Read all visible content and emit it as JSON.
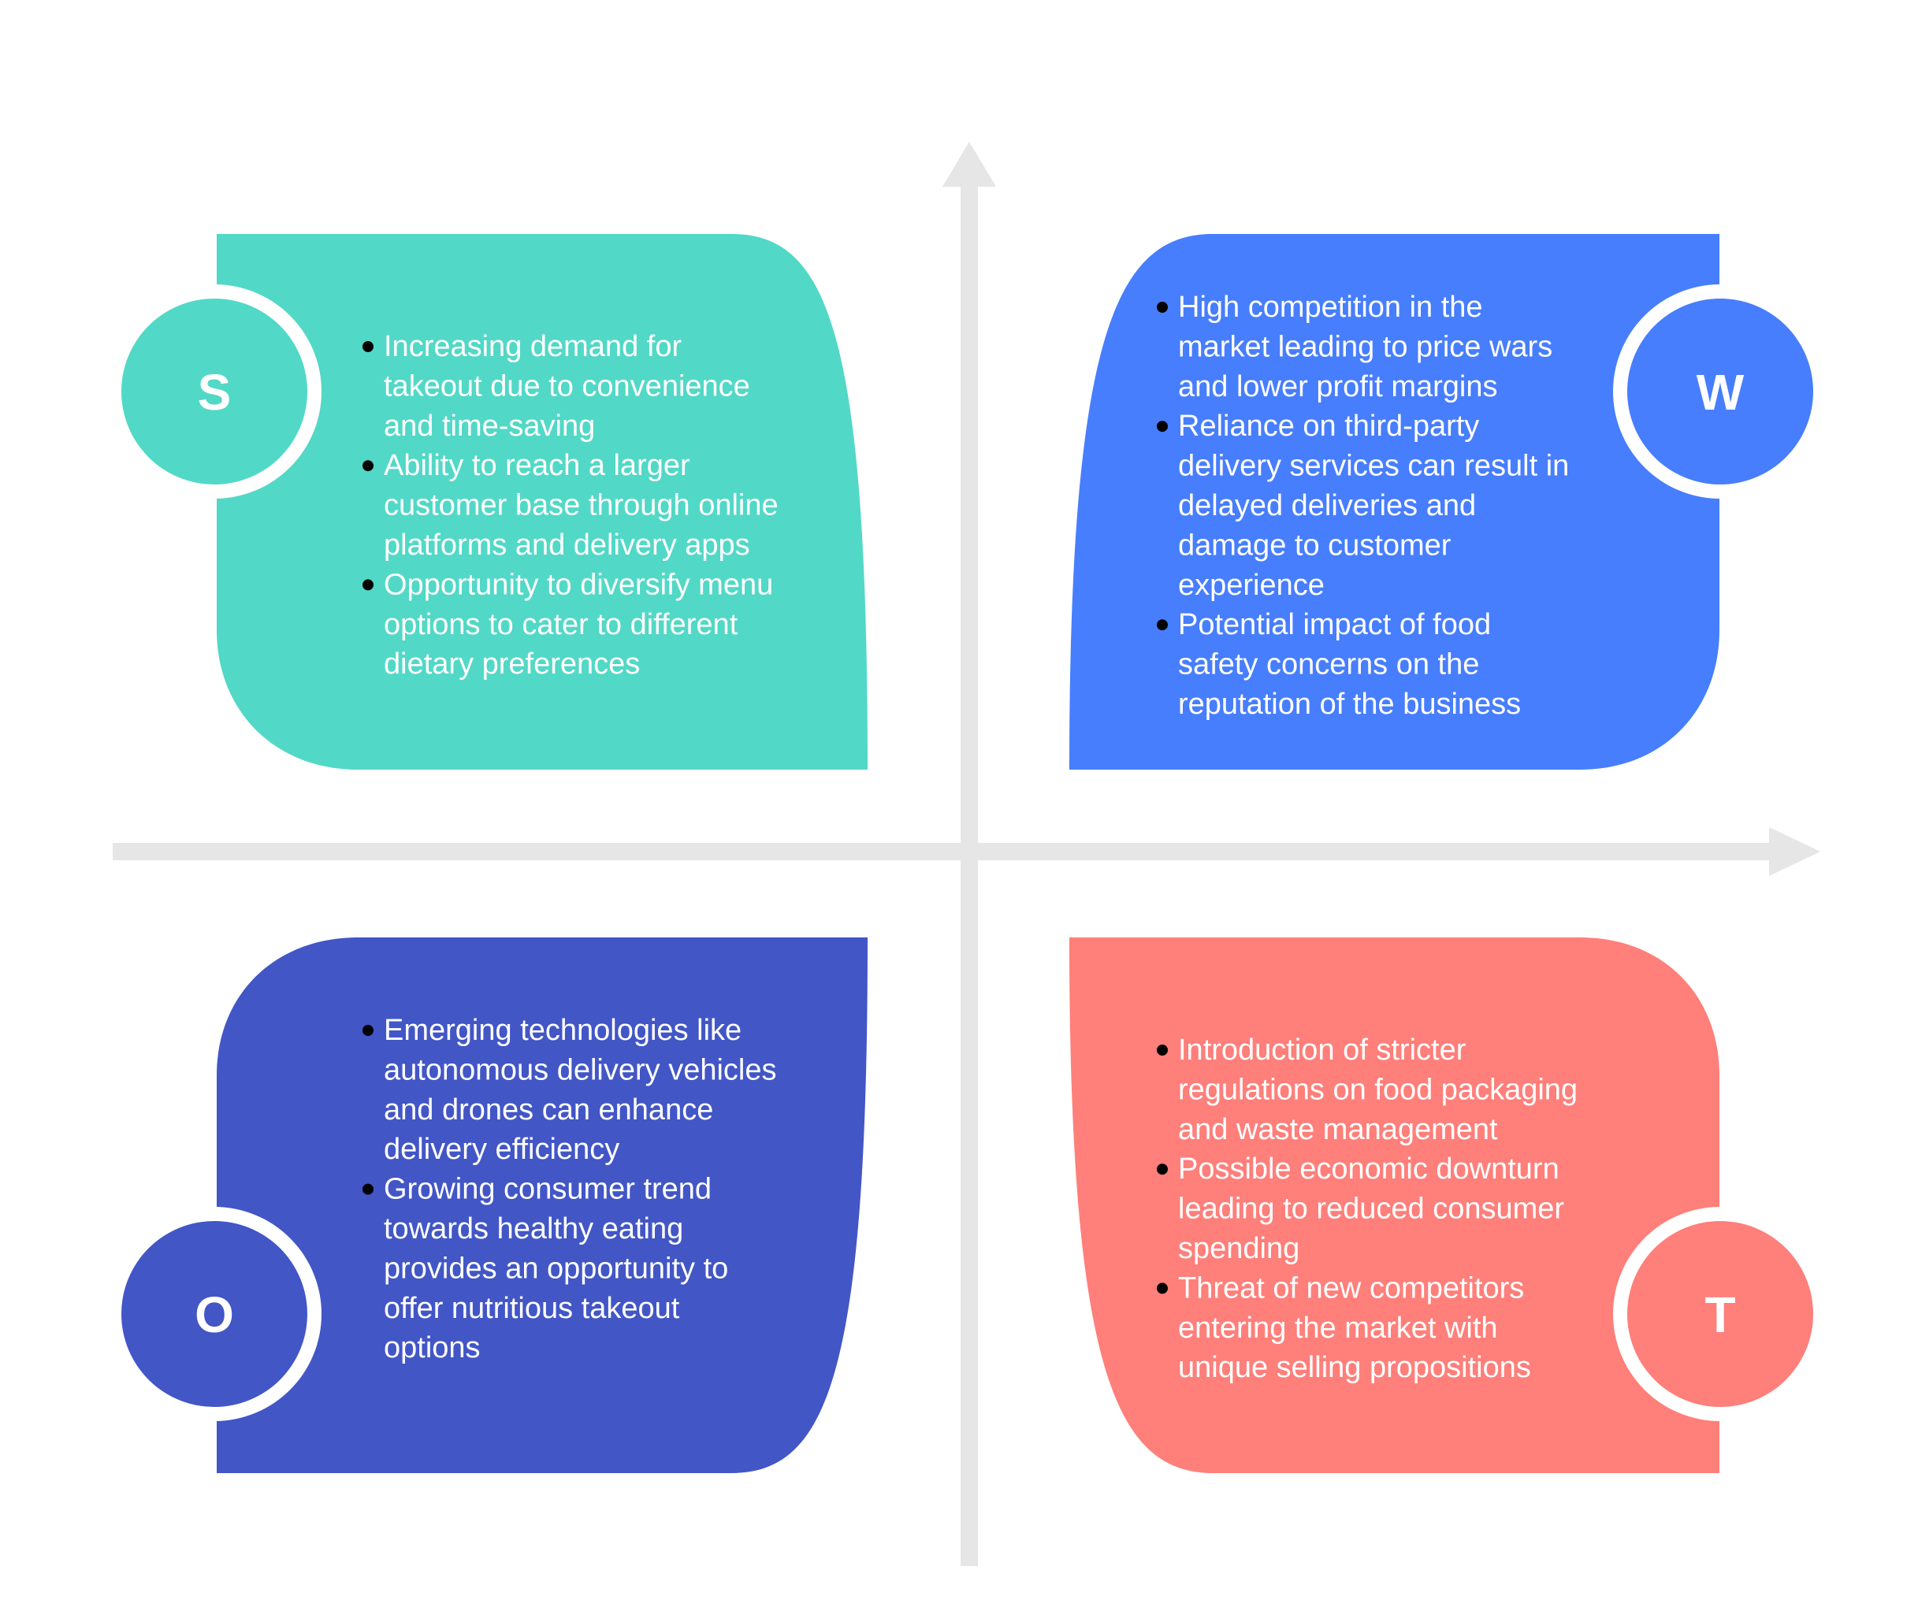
{
  "colors": {
    "strengths": "#52D8C6",
    "weaknesses": "#477EFD",
    "opportunities": "#4256C6",
    "threats": "#FF7F7A",
    "axis": "#E6E6E6",
    "bullet_dot": "#000000"
  },
  "quadrants": {
    "strengths": {
      "letter": "S",
      "items": [
        [
          "Increasing demand for",
          "takeout due to convenience",
          "and time-saving"
        ],
        [
          "Ability to reach a larger",
          "customer base through online",
          "platforms and delivery apps"
        ],
        [
          "Opportunity to diversify menu",
          "options to cater to different",
          "dietary preferences"
        ]
      ]
    },
    "weaknesses": {
      "letter": "W",
      "items": [
        [
          "High competition in the",
          "market leading to price wars",
          "and lower profit margins"
        ],
        [
          "Reliance on third-party",
          "delivery services can result in",
          "delayed deliveries and",
          "damage to customer",
          "experience"
        ],
        [
          "Potential impact of food",
          "safety concerns on the",
          "reputation of the business"
        ]
      ]
    },
    "opportunities": {
      "letter": "O",
      "items": [
        [
          "Emerging technologies like",
          "autonomous delivery vehicles",
          "and drones can enhance",
          "delivery efficiency"
        ],
        [
          "Growing consumer trend",
          "towards healthy eating",
          "provides an opportunity to",
          "offer nutritious takeout",
          "options"
        ]
      ]
    },
    "threats": {
      "letter": "T",
      "items": [
        [
          "Introduction of stricter",
          "regulations on food packaging",
          "and waste management"
        ],
        [
          "Possible economic downturn",
          "leading to reduced consumer",
          "spending"
        ],
        [
          "Threat of new competitors",
          "entering the market with",
          "unique selling propositions"
        ]
      ]
    }
  }
}
